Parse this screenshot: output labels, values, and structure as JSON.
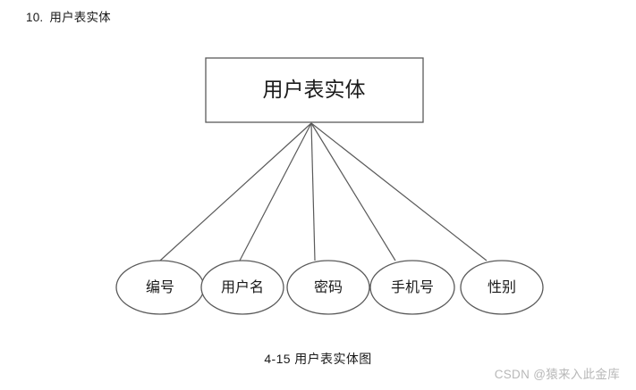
{
  "heading": {
    "number": "10.",
    "text": "用户表实体"
  },
  "diagram": {
    "root": {
      "label": "用户表实体"
    },
    "children": [
      {
        "label": "编号"
      },
      {
        "label": "用户名"
      },
      {
        "label": "密码"
      },
      {
        "label": "手机号"
      },
      {
        "label": "性别"
      }
    ],
    "stroke_color": "#5a5a5a",
    "fill_color": "#ffffff"
  },
  "caption": "4-15 用户表实体图",
  "watermark": "CSDN @猿来入此金库"
}
